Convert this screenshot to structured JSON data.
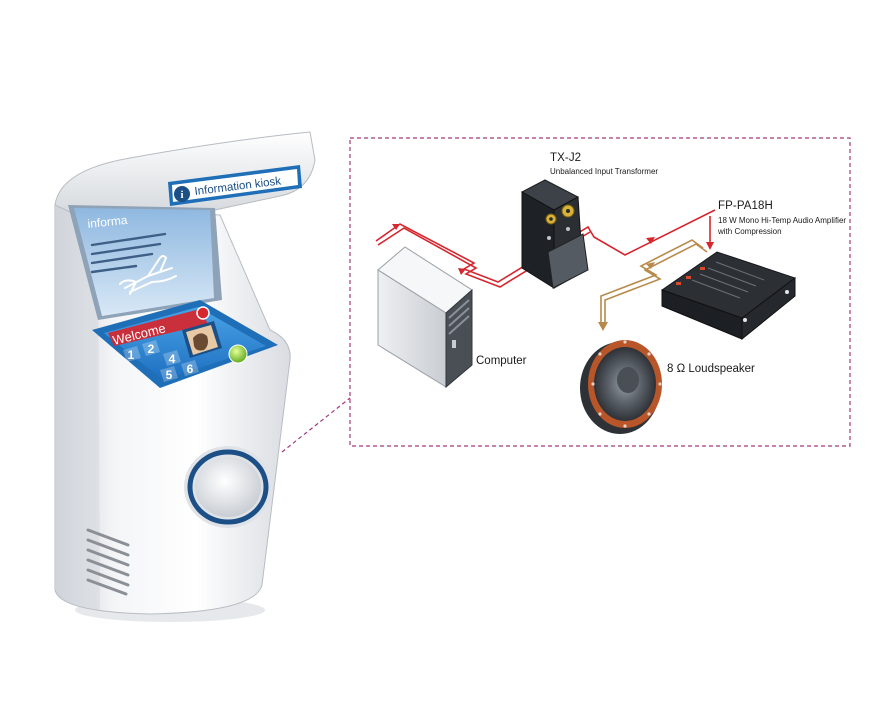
{
  "kiosk": {
    "header_text": "Information kiosk",
    "header_icon": "info-icon",
    "screen_heading": "informa",
    "welcome_text": "Welcome",
    "keypad_keys": [
      "1",
      "2",
      "4",
      "5",
      "6"
    ]
  },
  "devices": {
    "transformer": {
      "model": "TX-J2",
      "description": "Unbalanced Input Transformer"
    },
    "amplifier": {
      "model": "FP-PA18H",
      "description_line1": "18 W Mono Hi-Temp Audio Amplifier",
      "description_line2": "with Compression"
    },
    "computer": {
      "label": "Computer"
    },
    "speaker": {
      "label": "8 Ω Loudspeaker"
    }
  },
  "colors": {
    "signal_line": "#d6262e",
    "speaker_line": "#b8894a",
    "callout_border": "#a43a7c",
    "kiosk_blue": "#1f6fb8",
    "kiosk_dark_blue": "#1b4f86"
  }
}
